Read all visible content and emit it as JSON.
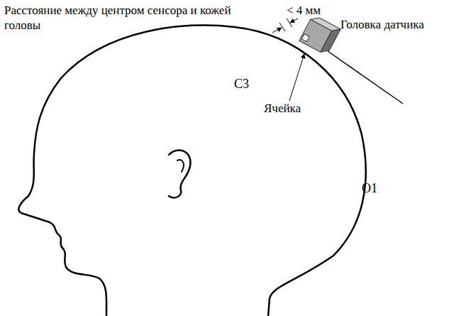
{
  "diagram": {
    "labels": [
      "Расстояние между центром сенсора и кожей головы",
      "< 4 мм",
      "Головка датчика",
      "C3",
      "Ячейка",
      "O1"
    ]
  }
}
